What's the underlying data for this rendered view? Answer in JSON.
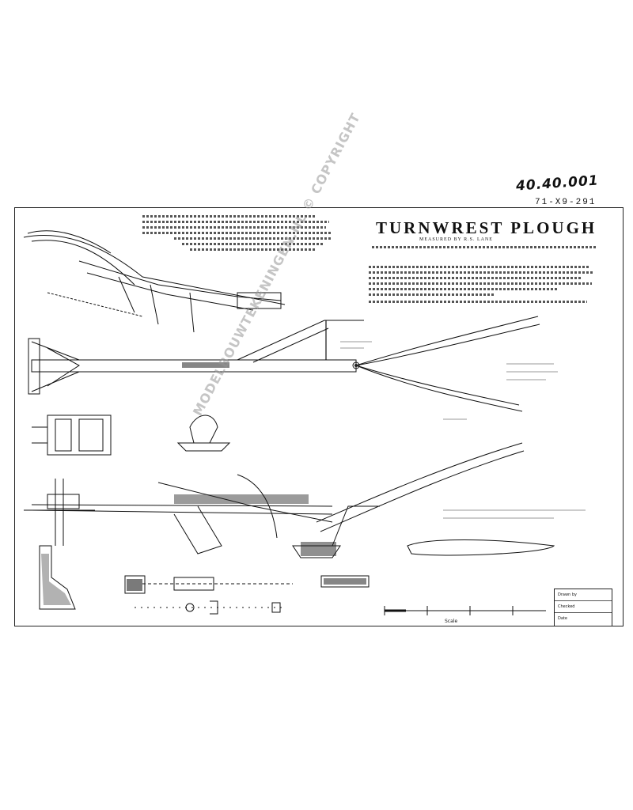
{
  "drawing": {
    "handwritten_number": "40.40.001",
    "drawing_number": "71-X9-291",
    "title": "TURNWREST PLOUGH",
    "subtitle": "MEASURED BY R.S. LANE",
    "scale_caption": "Scale",
    "watermark": "MODELBOUWTEKENINGEN.NL © COPYRIGHT"
  },
  "title_block": {
    "rows": [
      "Drawn by",
      "Checked",
      "Date"
    ]
  },
  "colors": {
    "ink": "#111111",
    "paper": "#ffffff",
    "watermark": "#969696"
  }
}
